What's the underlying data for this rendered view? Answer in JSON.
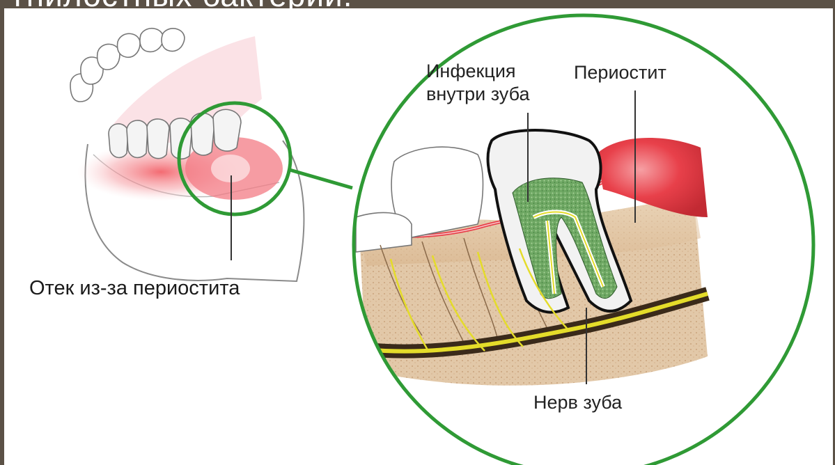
{
  "header": {
    "title_fragment": "гнилостных бактерий."
  },
  "labels": {
    "swelling": "Отек из-за периостита",
    "infection_line1": "Инфекция",
    "infection_line2": "внутри зуба",
    "periostitis": "Периостит",
    "nerve": "Нерв зуба"
  },
  "colors": {
    "frame": "#5b5146",
    "magnifier_ring": "#2f9a35",
    "inflammation": "#e8404a",
    "infection": "#5f9a56",
    "nerve": "#e4dc2a",
    "bone": "#e2c8a8"
  }
}
